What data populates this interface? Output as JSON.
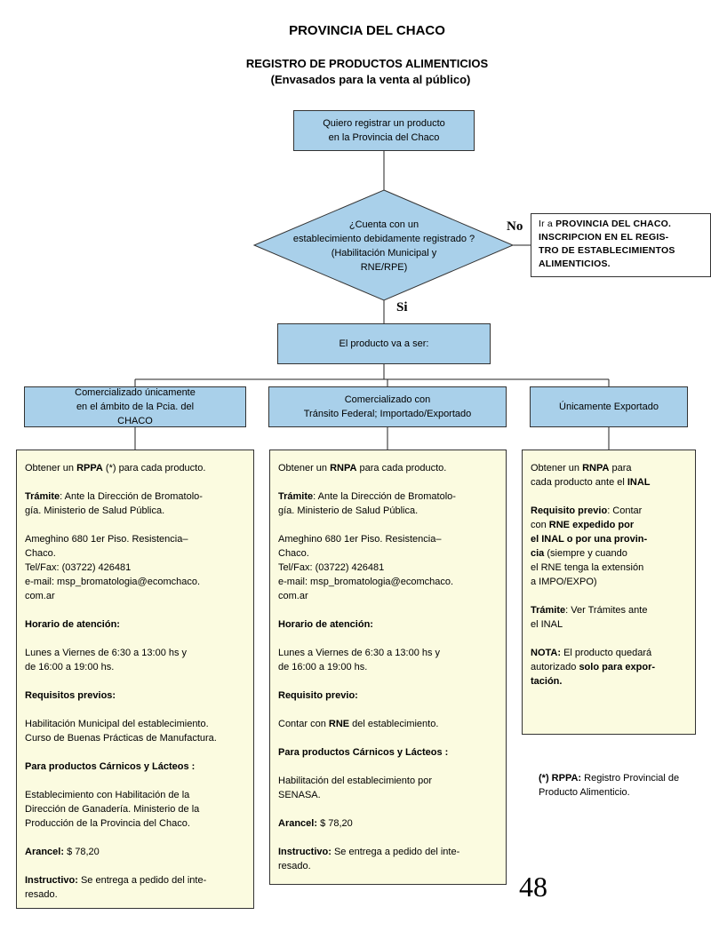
{
  "header": {
    "title": "PROVINCIA DEL CHACO",
    "subtitle_line1": "REGISTRO DE PRODUCTOS ALIMENTICIOS",
    "subtitle_line2": "(Envasados para la venta al público)"
  },
  "flow": {
    "start": "Quiero registrar un producto\nen la Provincia del Chaco",
    "question": "¿Cuenta con un\nestablecimiento debidamente registrado ?\n(Habilitación Municipal y\nRNE/RPE)",
    "no_label": "No",
    "yes_label": "Si",
    "no_prefix": "Ir a ",
    "no_text": "PROVINCIA DEL CHACO.\nINSCRIPCION EN EL REGIS-\nTRO DE ESTABLECIMIENTOS\nALIMENTICIOS.",
    "product": "El producto va a ser:",
    "branches": [
      "Comercializado únicamente\nen el ámbito de la Pcia. del\nCHACO",
      "Comercializado con\nTránsito Federal; Importado/Exportado",
      "Únicamente Exportado"
    ]
  },
  "col1": {
    "p1": "Obtener un ",
    "p1_b": "RPPA",
    "p1_rest": " (*) para cada  producto.",
    "tramite_b": "Trámite",
    "tramite": ": Ante la Dirección de Bromatolo-\ngía. Ministerio de Salud Pública.",
    "address": "Ameghino 680 1er  Piso. Resistencia–\nChaco.\nTel/Fax: (03722) 426481\ne-mail: msp_bromatologia@ecomchaco.\ncom.ar",
    "horario_b": "Horario de atención:",
    "horario": "Lunes a Viernes de 6:30 a 13:00 hs y\n                  de 16:00 a 19:00 hs.",
    "requisitos_b": "Requisitos previos:",
    "requisitos": "Habilitación  Municipal del establecimiento.\nCurso de Buenas Prácticas de Manufactura.",
    "carnicos_b": "Para productos Cárnicos y Lácteos :",
    "carnicos": "Establecimiento con Habilitación de la\nDirección de Ganadería. Ministerio de la\nProducción de la Provincia del Chaco.",
    "arancel_b": "Arancel:",
    "arancel": " $ 78,20",
    "instructivo_b": "Instructivo:",
    "instructivo": " Se entrega a pedido del inte-\nresado."
  },
  "col2": {
    "p1": "Obtener un ",
    "p1_b": "RNPA",
    "p1_rest": " para cada producto.",
    "tramite_b": "Trámite",
    "tramite": ": Ante la Dirección de Bromatolo-\ngía. Ministerio de Salud Pública.",
    "address": "Ameghino 680 1er  Piso. Resistencia–\nChaco.\nTel/Fax: (03722) 426481\ne-mail: msp_bromatologia@ecomchaco.\ncom.ar",
    "horario_b": "Horario de atención:",
    "horario": "Lunes a Viernes de 6:30 a 13:00 hs y\n                  de 16:00 a 19:00 hs.",
    "requisito_b": "Requisito previo:",
    "requisito_pre": "Contar con ",
    "requisito_rne": "RNE",
    "requisito_post": " del establecimiento.",
    "carnicos_b": "Para productos Cárnicos y Lácteos :",
    "carnicos": "Habilitación del establecimiento por\nSENASA.",
    "arancel_b": "Arancel:",
    "arancel": " $ 78,20",
    "instructivo_b": "Instructivo:",
    "instructivo": " Se entrega a pedido del inte-\nresado."
  },
  "col3": {
    "p1": "Obtener un  ",
    "p1_b": "RNPA",
    "p1_rest": " para\ncada producto ante el ",
    "p1_inal": "INAL",
    "req_b": "Requisito previo",
    "req_1": ": Contar\ncon ",
    "req_b2": "RNE expedido por\nel INAL o por una provin-\ncia",
    "req_2": " (siempre y cuando\nel RNE tenga la extensión\na IMPO/EXPO)",
    "tramite_b": "Trámite",
    "tramite": ": Ver Trámites ante\n el INAL",
    "nota_b": "NOTA:",
    "nota_1": " El producto quedará\nautorizado ",
    "nota_b2": "solo para expor-\ntación."
  },
  "footnote": {
    "b": "(*) RPPA:",
    "text": "  Registro Provincial de\nProducto        Alimenticio."
  },
  "page_number": "48"
}
